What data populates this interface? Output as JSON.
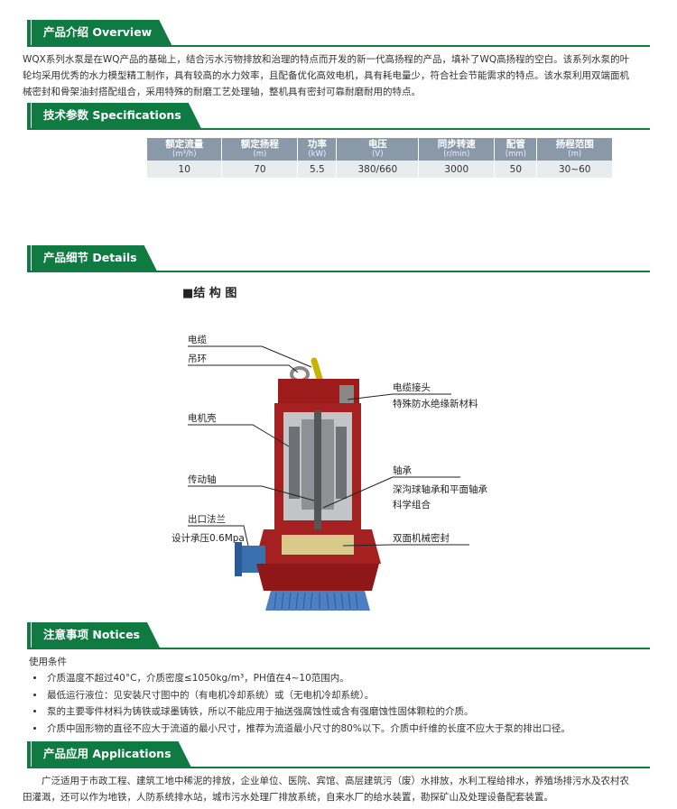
{
  "overview": {
    "heading": "产品介绍  Overview",
    "text": "WQX系列水泵是在WQ产品的基础上，结合污水污物排放和治理的特点而开发的新一代高扬程的产品，填补了WQ高扬程的空白。该系列水泵的叶轮均采用优秀的水力模型精工制作，具有较高的水力效率，且配备优化高效电机，具有耗电量少，符合社会节能需求的特点。该水泵利用双端面机械密封和骨架油封搭配组合，采用特殊的耐磨工艺处理轴，整机具有密封可靠耐磨耐用的特点。"
  },
  "specs": {
    "heading": "技术参数  Specifications",
    "columns": [
      {
        "label": "额定流量",
        "unit": "(m³/h)"
      },
      {
        "label": "额定扬程",
        "unit": "(m)"
      },
      {
        "label": "功率",
        "unit": "(kW)"
      },
      {
        "label": "电压",
        "unit": "(V)"
      },
      {
        "label": "同步转速",
        "unit": "(r/min)"
      },
      {
        "label": "配管",
        "unit": "(mm)"
      },
      {
        "label": "扬程范围",
        "unit": "(m)"
      }
    ],
    "row": [
      "10",
      "70",
      "5.5",
      "380/660",
      "3000",
      "50",
      "30~60"
    ]
  },
  "details": {
    "heading": "产品细节  Details",
    "diagram_title": "■结 构 图",
    "labels": {
      "cable": "电缆",
      "lifting_ring": "吊环",
      "motor_housing": "电机壳",
      "shaft": "传动轴",
      "outlet_flange": "出口法兰",
      "pressure": "设计承压0.6Mpa",
      "cable_joint": "电缆接头",
      "cable_joint_desc": "特殊防水绝缘新材料",
      "bearing": "轴承",
      "bearing_desc_1": "深沟球轴承和平面轴承",
      "bearing_desc_2": "科学组合",
      "seal": "双面机械密封"
    }
  },
  "notices": {
    "heading": "注意事项  Notices",
    "usage_title": "使用条件",
    "items": [
      "介质温度不超过40°C，介质密度≤1050kg/m³，PH值在4~10范围内。",
      "最低运行液位：见安装尺寸图中的（有电机冷却系统）或（无电机冷却系统）。",
      "泵的主要零件材料为铸铁或球墨铸铁，所以不能应用于抽送强腐蚀性或含有强磨蚀性固体颗粒的介质。",
      "介质中固形物的直径不应大于流道的最小尺寸，推荐为流道最小尺寸的80%以下。介质中纤维的长度不应大于泵的排出口径。"
    ]
  },
  "applications": {
    "heading": "产品应用  Applications",
    "text": "广泛适用于市政工程、建筑工地中稀泥的排放，企业单位、医院、宾馆、高层建筑污（废）水排放，水利工程给排水，养殖场排污水及农村农田灌溉，还可以作为地铁，人防系统排水站，城市污水处理厂排放系统，自来水厂的给水装置，勘探矿山及处理设备配套装置。"
  }
}
